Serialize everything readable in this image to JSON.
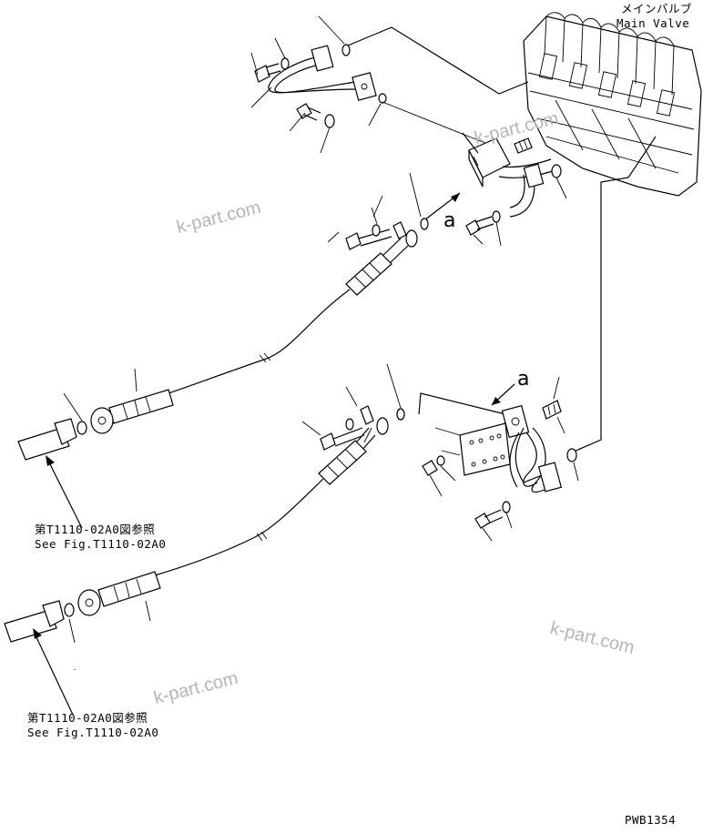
{
  "main_valve": {
    "label_jp": "メインバルブ",
    "label_en": "Main Valve"
  },
  "references": [
    {
      "jp": "第T1110-02A0図参照",
      "en": "See Fig.T1110-02A0"
    },
    {
      "jp": "第T1110-02A0図参照",
      "en": "See Fig.T1110-02A0"
    }
  ],
  "view_markers": [
    "a",
    "a"
  ],
  "watermarks": [
    "k-part.com",
    "k-part.com",
    "k-part.com",
    "k-part.com"
  ],
  "drawing_code": "PWB1354"
}
